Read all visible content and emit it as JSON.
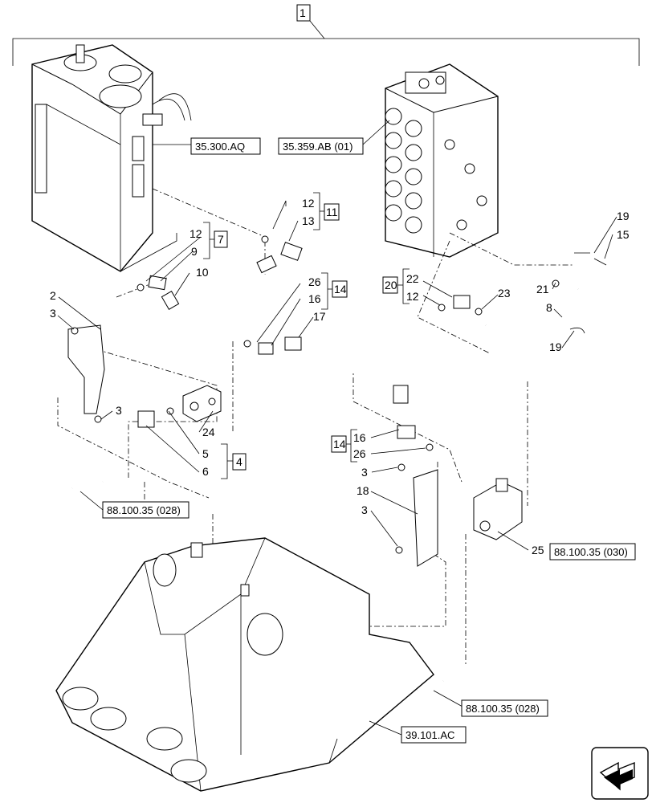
{
  "assembly_callout": "1",
  "reference_labels": {
    "tank_ref": "35.300.AQ",
    "valve_ref": "35.359.AB (01)",
    "line_ref_left": "88.100.35 (028)",
    "line_ref_bottom": "88.100.35 (028)",
    "block_ref": "88.100.35 (030)",
    "frame_ref": "39.101.AC"
  },
  "kit_boxes": {
    "kit_7": "7",
    "kit_11": "11",
    "kit_14_top": "14",
    "kit_20": "20",
    "kit_4": "4",
    "kit_14_bottom": "14"
  },
  "part_numbers": {
    "p12a": "12",
    "p13": "13",
    "p12b": "12",
    "p9": "9",
    "p10": "10",
    "p26a": "26",
    "p16a": "16",
    "p17": "17",
    "p22": "22",
    "p12c": "12",
    "p23": "23",
    "p19a": "19",
    "p15": "15",
    "p21": "21",
    "p8": "8",
    "p19b": "19",
    "p2": "2",
    "p3a": "3",
    "p3b": "3",
    "p24": "24",
    "p5": "5",
    "p6": "6",
    "p16b": "16",
    "p26b": "26",
    "p3c": "3",
    "p18": "18",
    "p3d": "3",
    "p25": "25"
  }
}
